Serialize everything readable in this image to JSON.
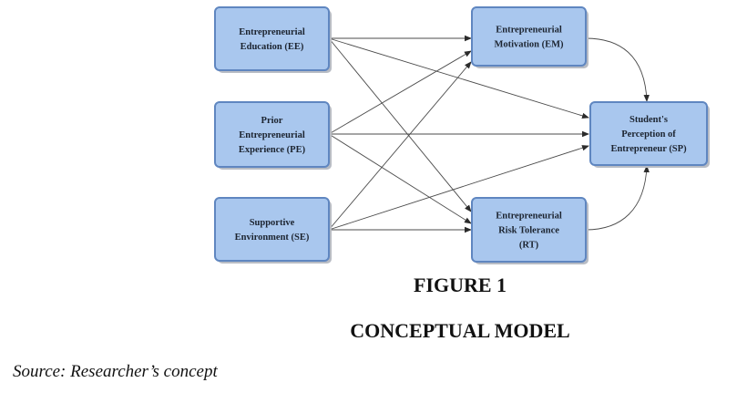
{
  "diagram": {
    "nodes": {
      "ee": [
        "Entrepreneurial",
        "Education (EE)"
      ],
      "pe": [
        "Prior",
        "Entrepreneurial",
        "Experience (PE)"
      ],
      "se": [
        "Supportive",
        "Environment (SE)"
      ],
      "em": [
        "Entrepreneurial",
        "Motivation (EM)"
      ],
      "rt": [
        "Entrepreneurial",
        "Risk Tolerance",
        "(RT)"
      ],
      "sp": [
        "Student's",
        "Perception of",
        "Entrepreneur (SP)"
      ]
    },
    "edges": [
      [
        "ee",
        "em"
      ],
      [
        "ee",
        "sp"
      ],
      [
        "ee",
        "rt"
      ],
      [
        "pe",
        "em"
      ],
      [
        "pe",
        "sp"
      ],
      [
        "pe",
        "rt"
      ],
      [
        "se",
        "em"
      ],
      [
        "se",
        "rt"
      ],
      [
        "se",
        "sp"
      ],
      [
        "em",
        "sp"
      ],
      [
        "rt",
        "sp"
      ]
    ]
  },
  "caption": {
    "figure_number": "FIGURE 1",
    "title": "CONCEPTUAL MODEL"
  },
  "source": "Source: Researcher’s concept"
}
